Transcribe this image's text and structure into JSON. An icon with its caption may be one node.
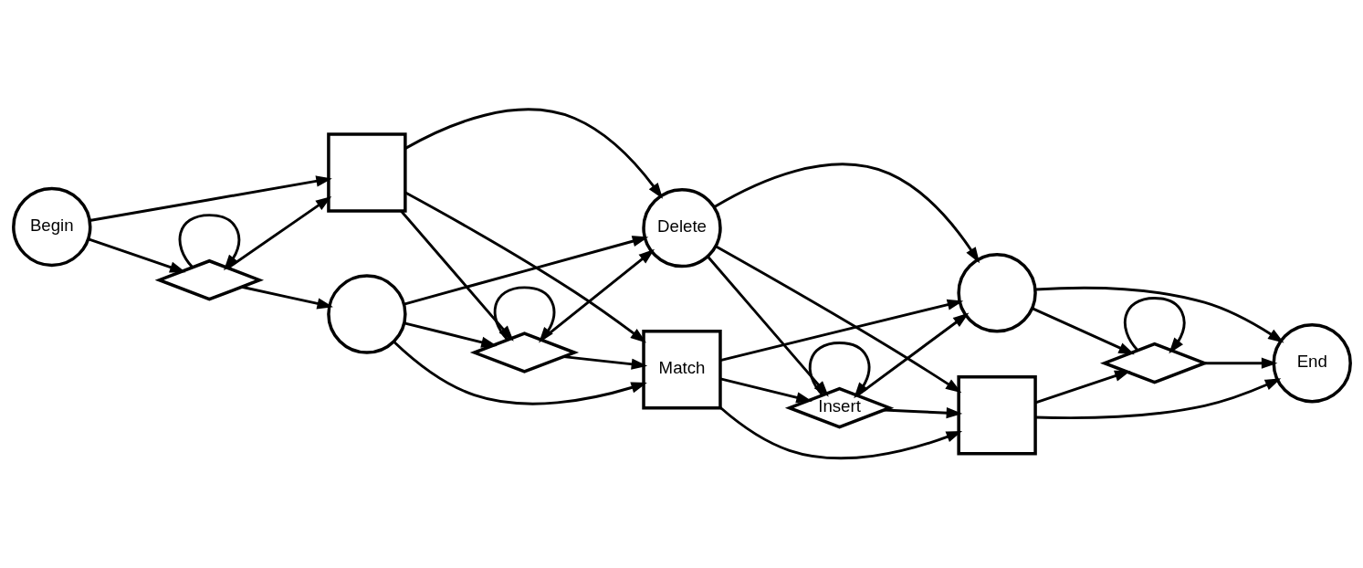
{
  "diagram": {
    "nodes": [
      {
        "text": [],
        "shape": "circle"
      },
      {
        "text": [
          "Delete"
        ]
      },
      {
        "text": [],
        "shape": "circle"
      },
      {
        "text": [],
        "shape": "diamond"
      },
      {
        "text": [],
        "shape": "diamond"
      },
      {
        "text": [
          "Insert"
        ]
      },
      {
        "text": [],
        "shape": "diamond"
      },
      {
        "text": [
          "Begin"
        ]
      },
      {
        "text": [],
        "shape": "box"
      },
      {
        "text": [
          "Match"
        ]
      },
      {
        "text": [],
        "shape": "box"
      },
      {
        "text": [
          "End"
        ]
      }
    ],
    "edges": [
      {
        "from": 0,
        "to": 1,
        "arrow": "to"
      },
      {
        "from": 1,
        "to": 2,
        "arrow": "to"
      },
      {
        "from": 0,
        "to": 4,
        "arrow": "to"
      },
      {
        "from": 1,
        "to": 5,
        "arrow": "to"
      },
      {
        "from": 2,
        "to": 6,
        "arrow": "to"
      },
      {
        "from": 0,
        "to": 9,
        "arrow": "to"
      },
      {
        "from": 1,
        "to": 10,
        "arrow": "to"
      },
      {
        "from": 2,
        "to": 11,
        "arrow": "to"
      },
      {
        "from": 3,
        "to": 3,
        "arrow": "to"
      },
      {
        "from": 3,
        "to": 0,
        "arrow": "to"
      },
      {
        "from": 3,
        "to": 8,
        "arrow": "to"
      },
      {
        "from": 4,
        "to": 4,
        "arrow": "to"
      },
      {
        "from": 4,
        "to": 1,
        "arrow": "to"
      },
      {
        "from": 4,
        "to": 9,
        "arrow": "to"
      },
      {
        "from": 5,
        "to": 5,
        "arrow": "to"
      },
      {
        "from": 5,
        "to": 2,
        "arrow": "to"
      },
      {
        "from": 5,
        "to": 10,
        "arrow": "to"
      },
      {
        "from": 6,
        "to": 6,
        "arrow": "to"
      },
      {
        "from": 6,
        "to": 11,
        "arrow": "to"
      },
      {
        "from": 7,
        "to": 3,
        "arrow": "to"
      },
      {
        "from": 7,
        "to": 8,
        "arrow": "to"
      },
      {
        "from": 8,
        "to": 4,
        "arrow": "to"
      },
      {
        "from": 8,
        "to": 1,
        "arrow": "to"
      },
      {
        "from": 8,
        "to": 9,
        "arrow": "to"
      },
      {
        "from": 9,
        "to": 5,
        "arrow": "to"
      },
      {
        "from": 9,
        "to": 2,
        "arrow": "to"
      },
      {
        "from": 9,
        "to": 10,
        "arrow": "to"
      },
      {
        "from": 10,
        "to": 6,
        "arrow": "to"
      },
      {
        "from": 10,
        "to": 11,
        "arrow": "to"
      }
    ]
  }
}
